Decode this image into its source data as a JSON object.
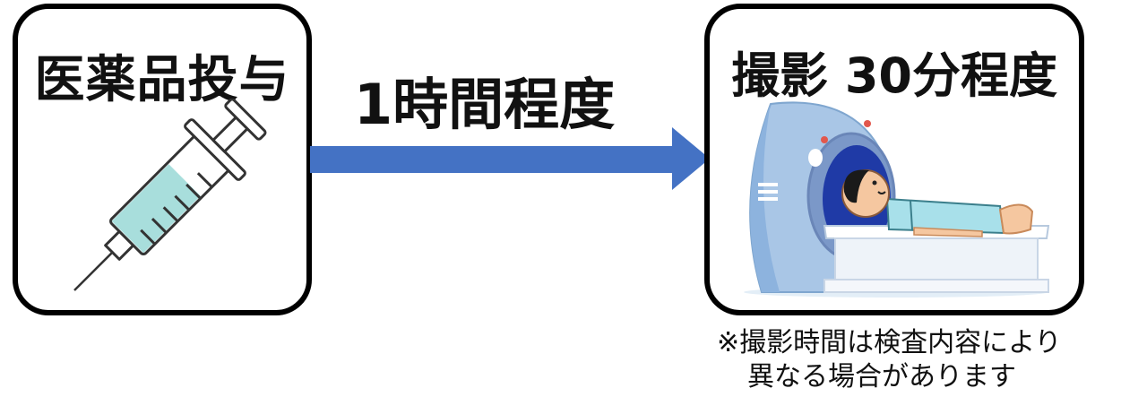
{
  "step1": {
    "title": "医薬品投与",
    "icon": "syringe-icon"
  },
  "arrow": {
    "label": "1時間程度",
    "color": "#4472c4"
  },
  "step2": {
    "title": "撮影 30分程度",
    "icon": "ct-scanner-icon"
  },
  "footnote": {
    "line1": "※撮影時間は検査内容により",
    "line2": "異なる場合があります"
  }
}
